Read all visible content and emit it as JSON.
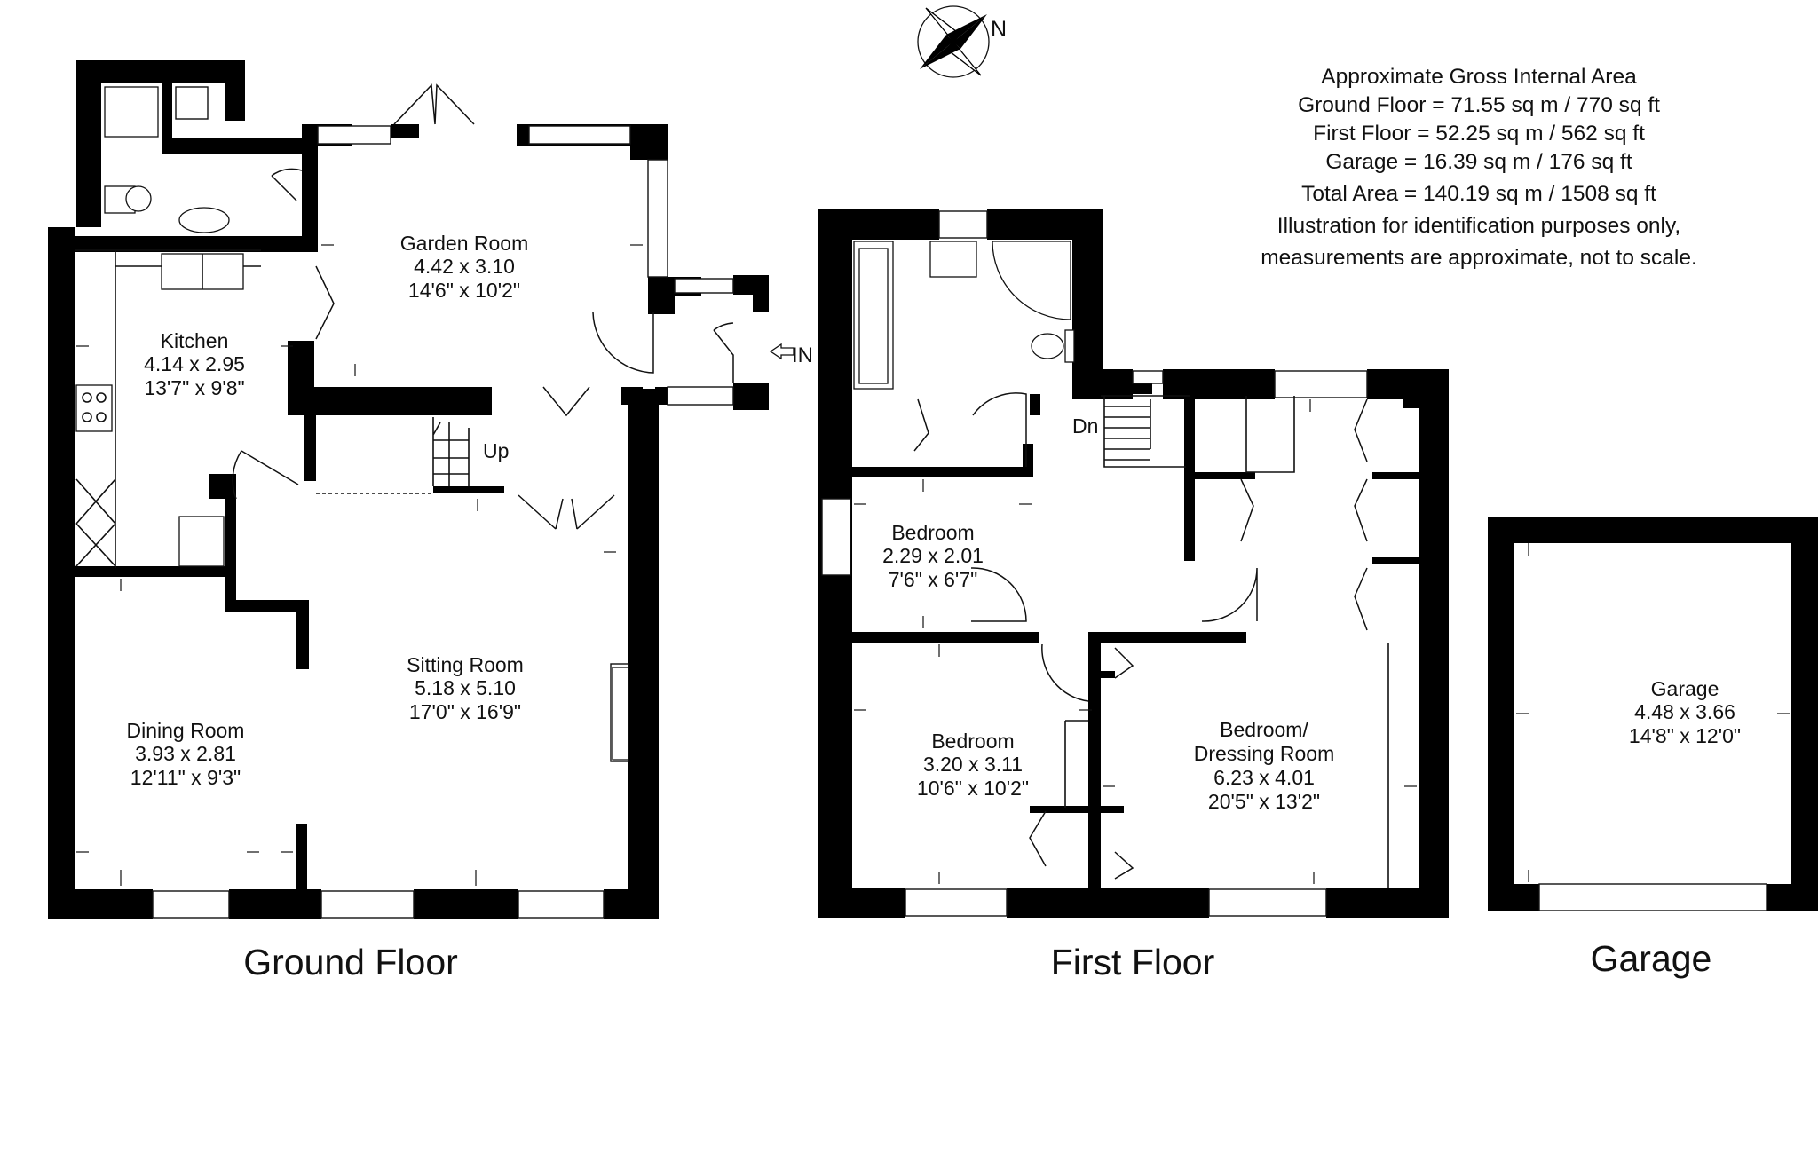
{
  "compass": {
    "north_label": "N"
  },
  "area_block": [
    "Approximate Gross Internal Area",
    "Ground Floor = 71.55 sq m / 770 sq ft",
    "First Floor = 52.25 sq m / 562 sq ft",
    "Garage = 16.39 sq m / 176 sq ft",
    "Total Area = 140.19 sq m / 1508 sq ft",
    "Illustration for identification purposes only,",
    "measurements are approximate, not to scale."
  ],
  "entrance_label": "IN",
  "stairs": {
    "up_label": "Up",
    "down_label": "Dn"
  },
  "rooms": {
    "garden_room": {
      "name": "Garden Room",
      "metric": "4.42 x 3.10",
      "imperial": "14'6\" x 10'2\""
    },
    "kitchen": {
      "name": "Kitchen",
      "metric": "4.14 x 2.95",
      "imperial": "13'7\" x 9'8\""
    },
    "sitting_room": {
      "name": "Sitting Room",
      "metric": "5.18 x 5.10",
      "imperial": "17'0\" x 16'9\""
    },
    "dining_room": {
      "name": "Dining Room",
      "metric": "3.93 x 2.81",
      "imperial": "12'11\" x 9'3\""
    },
    "bedroom_small": {
      "name": "Bedroom",
      "metric": "2.29 x 2.01",
      "imperial": "7'6\" x 6'7\""
    },
    "bedroom_large": {
      "name": "Bedroom",
      "metric": "3.20 x 3.11",
      "imperial": "10'6\" x 10'2\""
    },
    "bedroom_dressing": {
      "name_line1": "Bedroom/",
      "name_line2": "Dressing Room",
      "metric": "6.23 x 4.01",
      "imperial": "20'5\" x 13'2\""
    },
    "garage": {
      "name": "Garage",
      "metric": "4.48 x 3.66",
      "imperial": "14'8\" x 12'0\""
    }
  },
  "floor_titles": {
    "ground": "Ground Floor",
    "first": "First Floor",
    "garage": "Garage"
  },
  "colors": {
    "wall": "#000000",
    "background": "#ffffff",
    "text": "#111111"
  }
}
